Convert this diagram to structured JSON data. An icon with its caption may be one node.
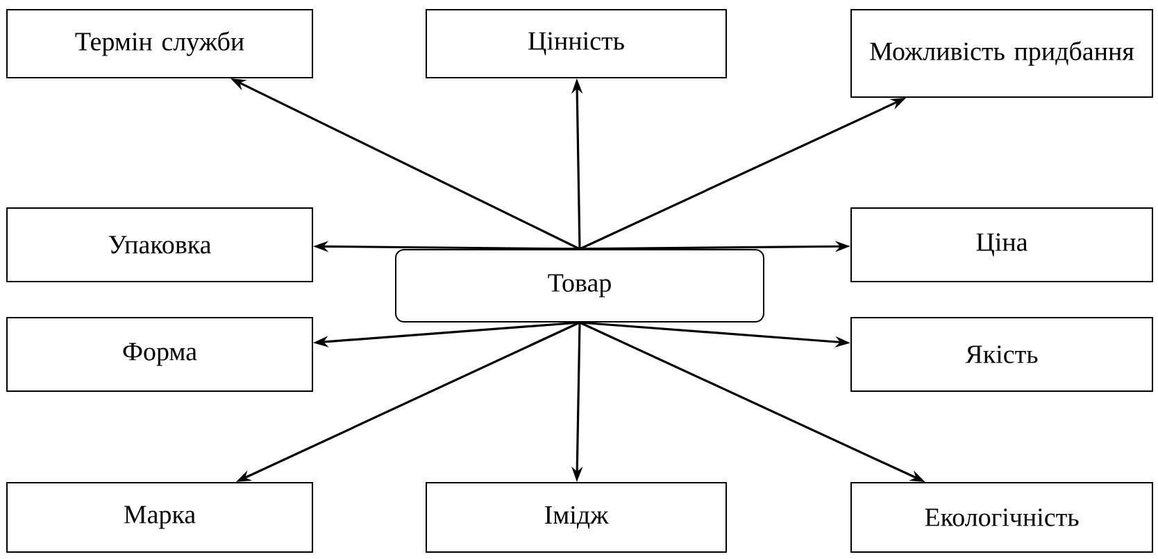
{
  "diagram": {
    "nodes": [
      {
        "text": [
          "Термін служби"
        ]
      },
      {
        "text": [
          "Цінність"
        ]
      },
      {
        "text": [
          "Можливість придбання"
        ]
      },
      {
        "text": [
          "Упаковка"
        ]
      },
      {
        "text": [
          "Ціна"
        ]
      },
      {
        "text": [
          "Товар"
        ]
      },
      {
        "text": [
          "Форма"
        ]
      },
      {
        "text": [
          "Якість"
        ]
      },
      {
        "text": [
          "Марка"
        ]
      },
      {
        "text": [
          "Імідж"
        ]
      },
      {
        "text": [
          "Екологічність"
        ]
      }
    ],
    "edges": [
      {
        "from": 5,
        "to": 0,
        "arrow": "to"
      },
      {
        "from": 5,
        "to": 1,
        "arrow": "to"
      },
      {
        "from": 5,
        "to": 2,
        "arrow": "to"
      },
      {
        "from": 5,
        "to": 3,
        "arrow": "to"
      },
      {
        "from": 5,
        "to": 4,
        "arrow": "to"
      },
      {
        "from": 5,
        "to": 6,
        "arrow": "to"
      },
      {
        "from": 5,
        "to": 7,
        "arrow": "to"
      },
      {
        "from": 5,
        "to": 8,
        "arrow": "to"
      },
      {
        "from": 5,
        "to": 9,
        "arrow": "to"
      },
      {
        "from": 5,
        "to": 10,
        "arrow": "to"
      }
    ]
  }
}
